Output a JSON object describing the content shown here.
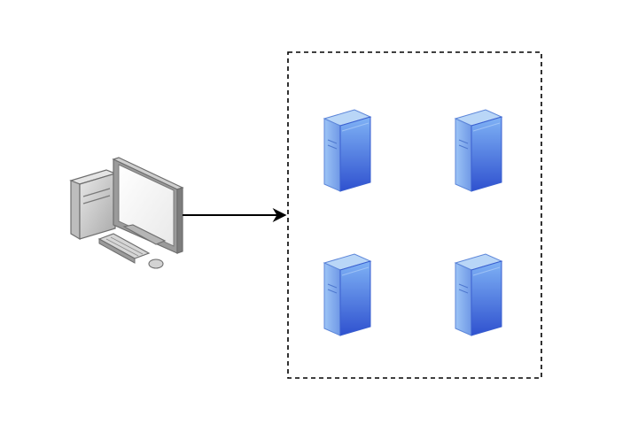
{
  "diagram": {
    "client": {
      "icon": "desktop-computer-icon",
      "parts": [
        "tower",
        "monitor",
        "keyboard",
        "mouse"
      ]
    },
    "connection": {
      "from": "client",
      "to": "server-cluster",
      "style": "solid-arrow",
      "color": "#000000"
    },
    "cluster": {
      "border_style": "dashed",
      "border_color": "#000000",
      "servers": [
        {
          "icon": "server-icon"
        },
        {
          "icon": "server-icon"
        },
        {
          "icon": "server-icon"
        },
        {
          "icon": "server-icon"
        }
      ]
    },
    "colors": {
      "server_front_top": "#7fb2f5",
      "server_front_bottom": "#2f51cf",
      "server_top": "#b9d6f7",
      "computer_body": "#d0d0d0",
      "computer_outline": "#6e6e6e",
      "monitor_screen": "#ffffff"
    }
  }
}
